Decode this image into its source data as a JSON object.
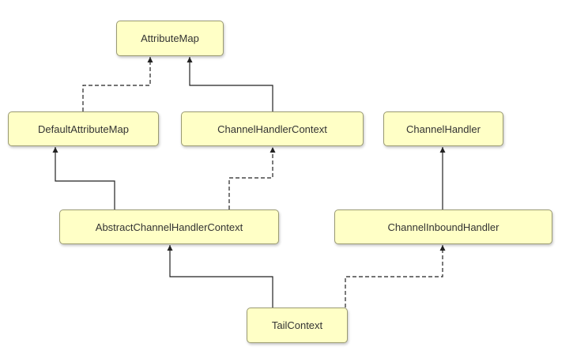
{
  "diagram": {
    "type": "class-inheritance",
    "nodes": {
      "attribute_map": "AttributeMap",
      "default_attribute_map": "DefaultAttributeMap",
      "channel_handler_context": "ChannelHandlerContext",
      "channel_handler": "ChannelHandler",
      "abstract_channel_handler_context": "AbstractChannelHandlerContext",
      "channel_inbound_handler": "ChannelInboundHandler",
      "tail_context": "TailContext"
    },
    "edges": [
      {
        "from": "default_attribute_map",
        "to": "attribute_map",
        "style": "dashed"
      },
      {
        "from": "channel_handler_context",
        "to": "attribute_map",
        "style": "solid"
      },
      {
        "from": "abstract_channel_handler_context",
        "to": "default_attribute_map",
        "style": "solid"
      },
      {
        "from": "abstract_channel_handler_context",
        "to": "channel_handler_context",
        "style": "dashed"
      },
      {
        "from": "channel_inbound_handler",
        "to": "channel_handler",
        "style": "solid"
      },
      {
        "from": "tail_context",
        "to": "abstract_channel_handler_context",
        "style": "solid"
      },
      {
        "from": "tail_context",
        "to": "channel_inbound_handler",
        "style": "dashed"
      }
    ],
    "colors": {
      "node_fill": "#ffffc6",
      "node_border": "#9a9a72",
      "text": "#333333",
      "edge": "#222222"
    }
  }
}
